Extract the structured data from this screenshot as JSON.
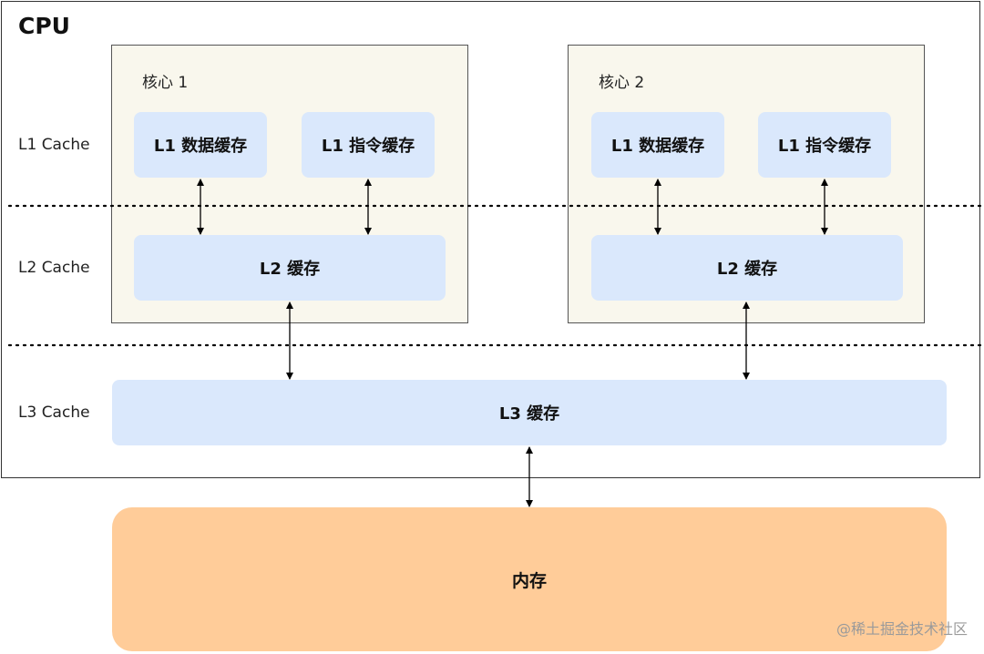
{
  "cpu": {
    "title": "CPU"
  },
  "cores": [
    {
      "label": "核心 1",
      "l1_data": "L1 数据缓存",
      "l1_instr": "L1 指令缓存",
      "l2": "L2 缓存"
    },
    {
      "label": "核心 2",
      "l1_data": "L1 数据缓存",
      "l1_instr": "L1 指令缓存",
      "l2": "L2 缓存"
    }
  ],
  "levels": {
    "l1": "L1 Cache",
    "l2": "L2 Cache",
    "l3": "L3 Cache"
  },
  "l3": {
    "label": "L3 缓存"
  },
  "memory": {
    "label": "内存"
  },
  "watermark": "@稀土掘金技术社区",
  "colors": {
    "cache_fill": "#dae8fc",
    "core_fill": "#f9f7ed",
    "memory_fill": "#ffcc99",
    "border": "#333333",
    "separator": "#000000"
  }
}
